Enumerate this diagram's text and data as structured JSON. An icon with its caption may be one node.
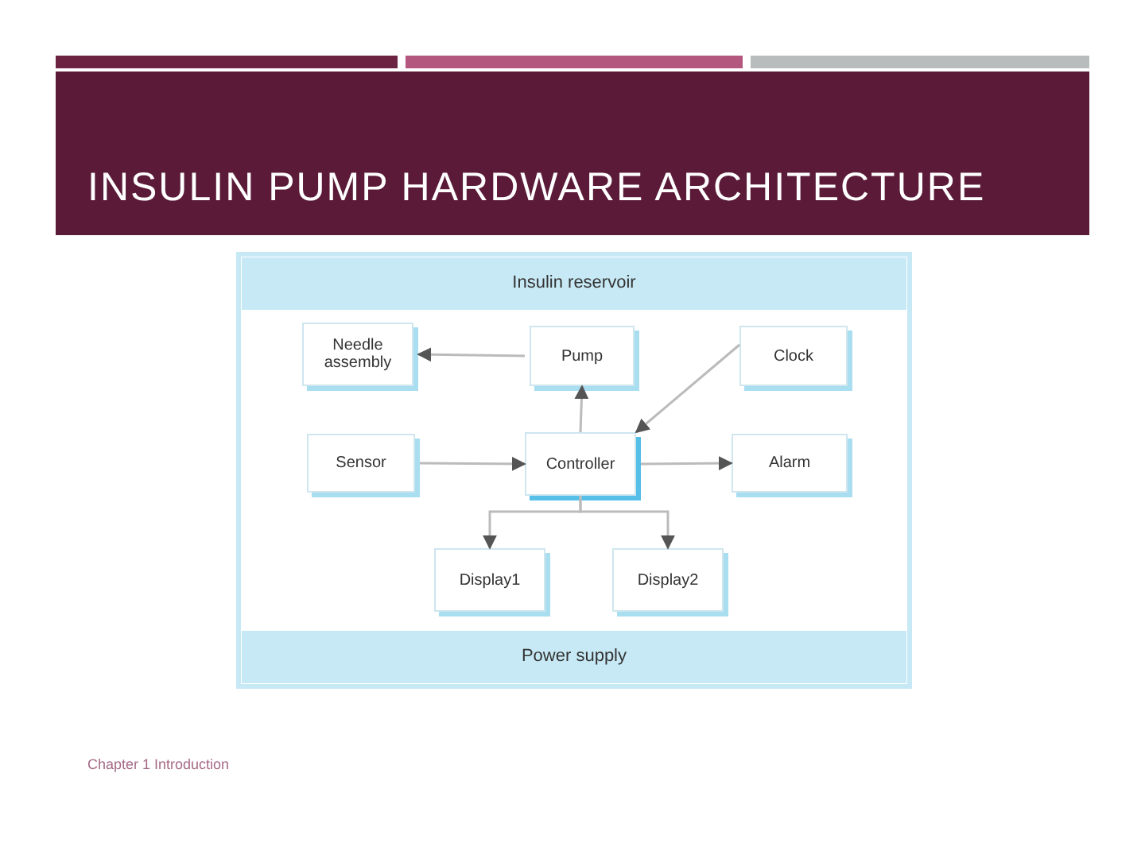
{
  "diagram": {
    "title": "INSULIN PUMP HARDWARE ARCHITECTURE",
    "nodes": [
      {
        "text": [
          "Insulin reservoir"
        ]
      },
      {
        "text": [
          "Needle assembly"
        ]
      },
      {
        "text": [
          "Pump"
        ]
      },
      {
        "text": [
          "Clock"
        ]
      },
      {
        "text": [
          "Sensor"
        ]
      },
      {
        "text": [
          "Controller"
        ]
      },
      {
        "text": [
          "Alarm"
        ]
      },
      {
        "text": [
          "Display1"
        ]
      },
      {
        "text": [
          "Display2"
        ]
      },
      {
        "text": [
          "Power supply"
        ]
      }
    ],
    "edges": [
      {
        "from": 2,
        "to": 1,
        "arrow": "to"
      },
      {
        "from": 5,
        "to": 2,
        "arrow": "to"
      },
      {
        "from": 3,
        "to": 5,
        "arrow": "to"
      },
      {
        "from": 4,
        "to": 5,
        "arrow": "to"
      },
      {
        "from": 5,
        "to": 6,
        "arrow": "to"
      },
      {
        "from": 5,
        "to": 7,
        "arrow": "to"
      },
      {
        "from": 5,
        "to": 8,
        "arrow": "to"
      }
    ],
    "labels": [
      "Chapter 1 Introduction"
    ]
  }
}
